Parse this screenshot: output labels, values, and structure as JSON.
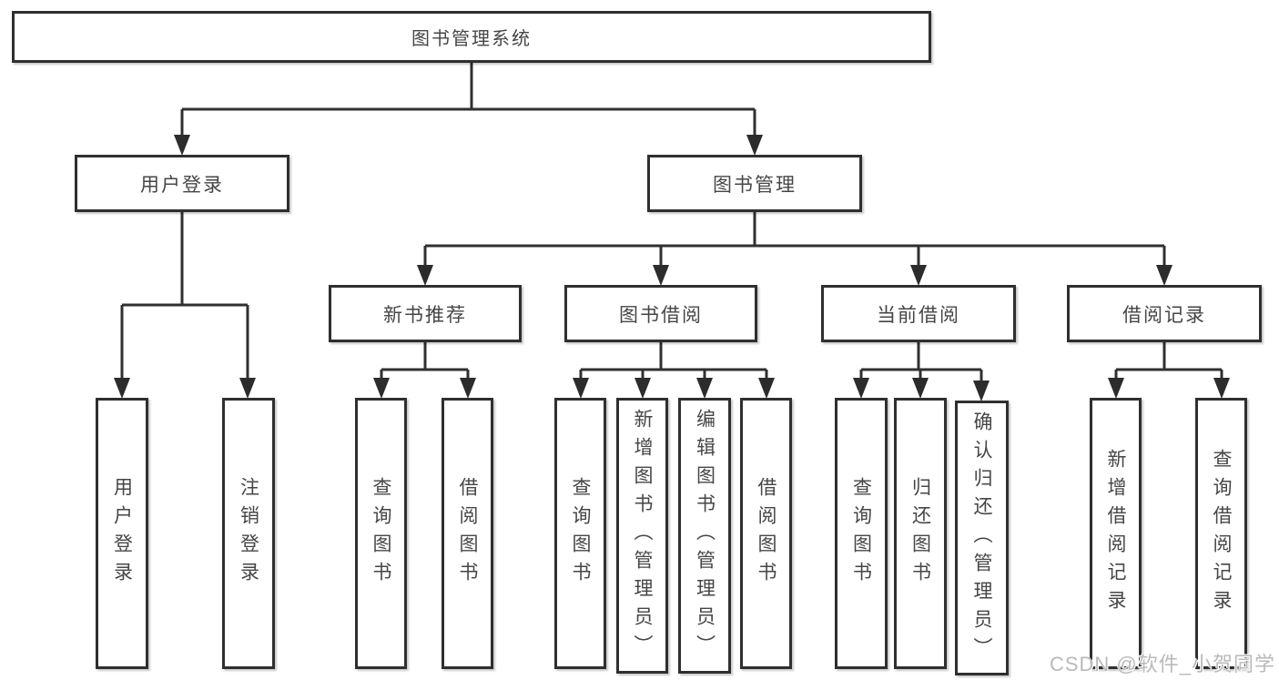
{
  "diagram": {
    "root": "图书管理系统",
    "branches": [
      {
        "label": "用户登录",
        "leaves": [
          "用户登录",
          "注销登录"
        ]
      },
      {
        "label": "图书管理",
        "groups": [
          {
            "label": "新书推荐",
            "leaves": [
              "查询图书",
              "借阅图书"
            ]
          },
          {
            "label": "图书借阅",
            "leaves": [
              "查询图书",
              "新增图书（管理员）",
              "编辑图书（管理员）",
              "借阅图书"
            ]
          },
          {
            "label": "当前借阅",
            "leaves": [
              "查询图书",
              "归还图书",
              "确认归还（管理员）"
            ]
          },
          {
            "label": "借阅记录",
            "leaves": [
              "新增借阅记录",
              "查询借阅记录"
            ]
          }
        ]
      }
    ]
  },
  "watermark": "CSDN @软件_小贺同学",
  "colors": {
    "box_border": "#2f2f2f",
    "connector_line": "#303030",
    "node_text": "#464646",
    "watermark_text": "#b9b9b9",
    "background": "#ffffff"
  }
}
